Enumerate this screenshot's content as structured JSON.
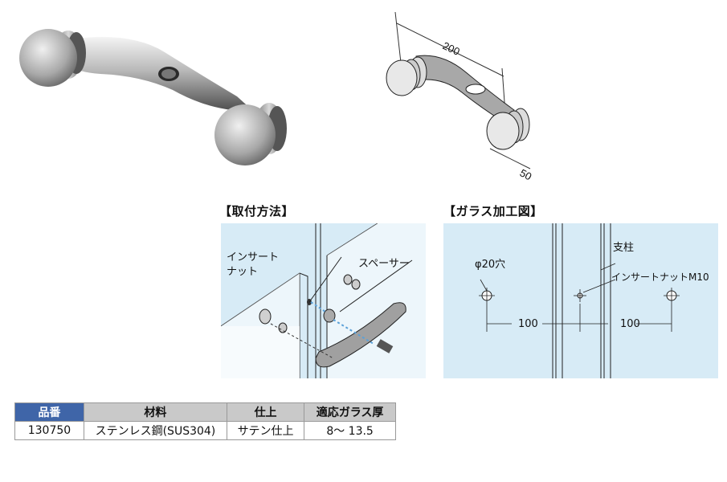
{
  "dimensions": {
    "length": "200",
    "width": "50"
  },
  "mounting": {
    "title": "【取付方法】",
    "insert_nut_label_line1": "インサート",
    "insert_nut_label_line2": "ナット",
    "spacer_label": "スペーサー"
  },
  "glass_processing": {
    "title": "【ガラス加工図】",
    "post_label": "支柱",
    "hole_label": "φ20穴",
    "insert_nut_label": "インサートナットM10",
    "spacing_left": "100",
    "spacing_right": "100"
  },
  "spec_table": {
    "headers": [
      "品番",
      "材料",
      "仕上",
      "適応ガラス厚"
    ],
    "rows": [
      [
        "130750",
        "ステンレス鋼(SUS304)",
        "サテン仕上",
        "8～ 13.5"
      ]
    ]
  },
  "colors": {
    "header_blue": "#3f65a8",
    "header_gray": "#c9c9c9",
    "panel_blue": "#d7ebf6",
    "arrow_blue": "#5aa0d8"
  }
}
